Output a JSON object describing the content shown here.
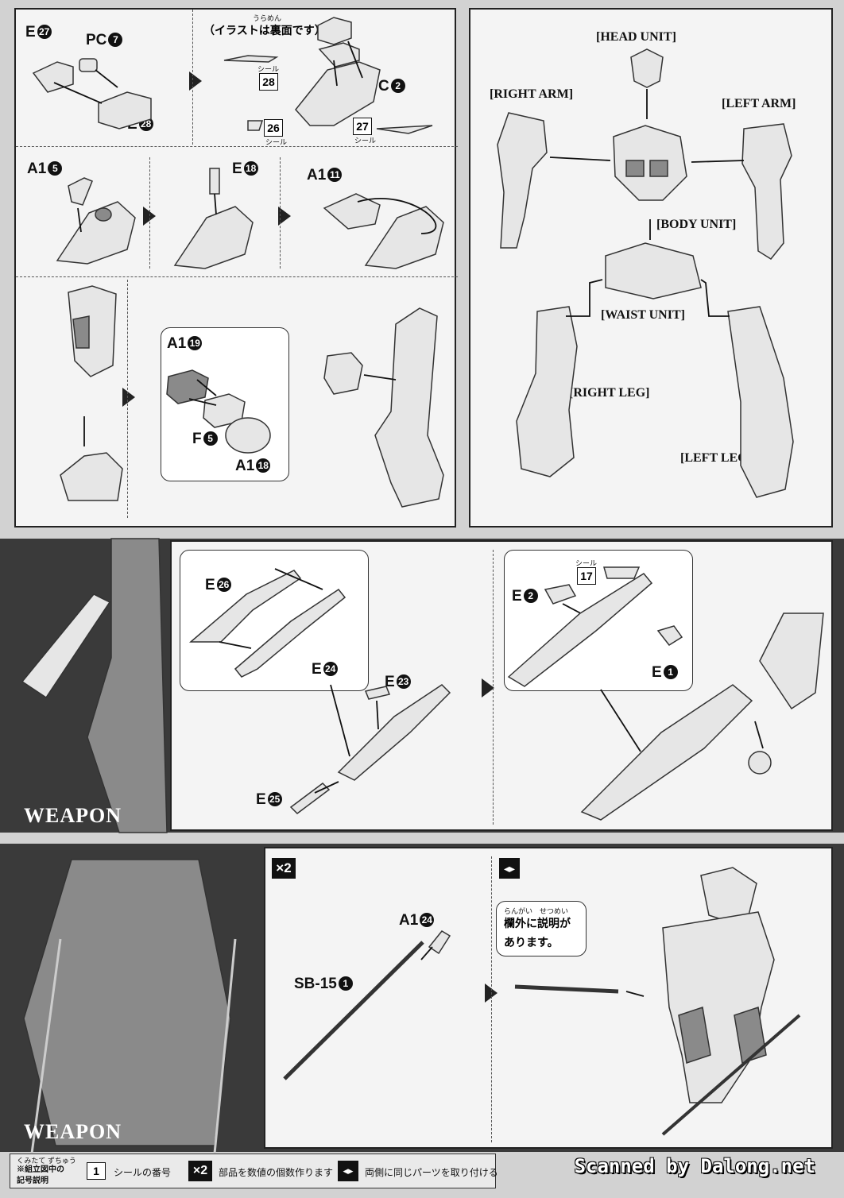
{
  "panel1": {
    "step1": {
      "parts": [
        "E",
        "PC",
        "E"
      ],
      "nums": [
        "27",
        "7",
        "28"
      ]
    },
    "step2": {
      "note": "（イラストは裏面です）",
      "note_ruby": "うらめん",
      "seal_word": "シール",
      "seals": [
        "28",
        "26",
        "27"
      ],
      "part": "C",
      "part_num": "2"
    },
    "step3": {
      "labels": [
        "A1",
        "E",
        "A1"
      ],
      "nums": [
        "5",
        "18",
        "11"
      ]
    },
    "step4": {
      "labels": [
        "A1",
        "F",
        "A1"
      ],
      "nums": [
        "19",
        "5",
        "18"
      ]
    }
  },
  "units": {
    "head": "[HEAD UNIT]",
    "right_arm": "[RIGHT ARM]",
    "left_arm": "[LEFT ARM]",
    "body": "[BODY UNIT]",
    "waist": "[WAIST UNIT]",
    "right_leg": "[RIGHT LEG]",
    "left_leg": "[LEFT LEG]"
  },
  "weapon1": {
    "section": "WEAPON",
    "labels": [
      "E",
      "E",
      "E",
      "E",
      "E",
      "E"
    ],
    "nums": [
      "26",
      "24",
      "23",
      "25",
      "2",
      "1"
    ],
    "seal_word": "シール",
    "seal_num": "17"
  },
  "weapon2": {
    "section": "WEAPON",
    "multiplier": "×2",
    "labels": [
      "A1",
      "SB-15"
    ],
    "nums": [
      "24",
      "1"
    ],
    "note_lines": [
      "欄外に説明が",
      "あります。"
    ],
    "note_ruby": "らんがい　せつめい"
  },
  "legend": {
    "title_lines": [
      "※組立図中の",
      "記号説明"
    ],
    "title_ruby": "くみたて ずちゅう",
    "seal_num": "1",
    "seal_text": "シールの番号",
    "mult": "×2",
    "mult_text": "部品を数値の個数作ります",
    "both_text": "両側に同じパーツを取り付ける"
  },
  "watermark": "Scanned by Dalong.net"
}
